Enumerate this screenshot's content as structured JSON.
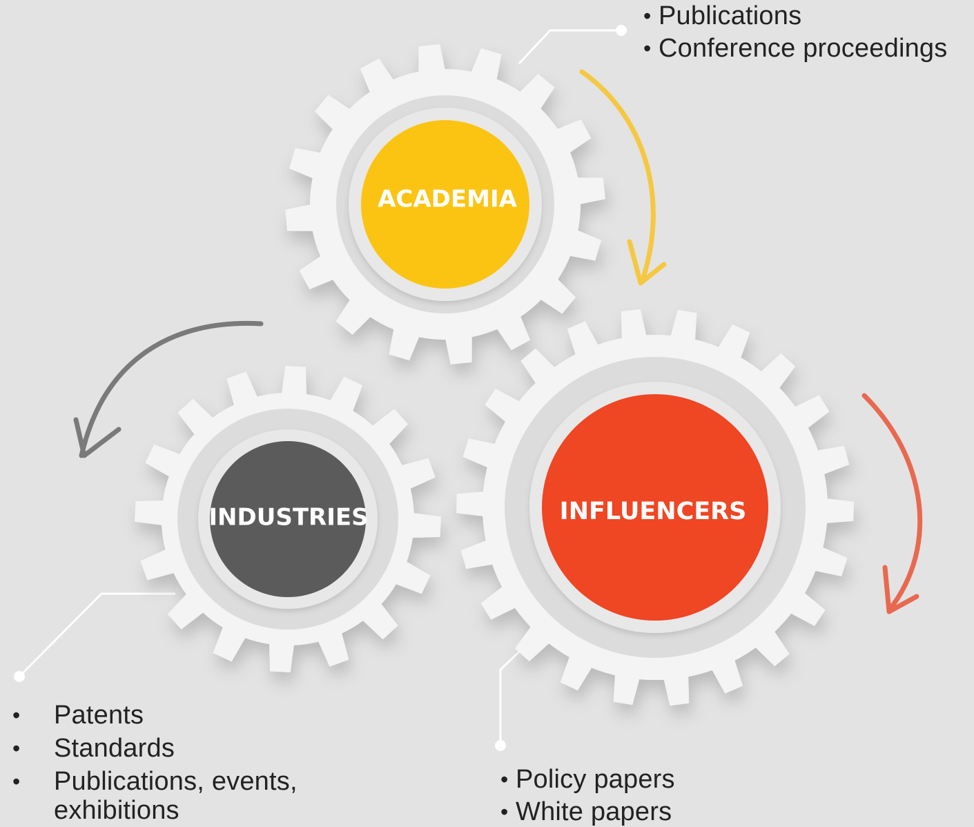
{
  "gears": {
    "academia": {
      "label": "ACADEMIA",
      "color": "#fbc413"
    },
    "industries": {
      "label": "INDUSTRIES",
      "color": "#5b5b5b"
    },
    "influencers": {
      "label": "INFLUENCERS",
      "color": "#ef4624"
    }
  },
  "academia_outputs": [
    "Publications",
    "Conference proceedings"
  ],
  "industries_outputs": [
    "Patents",
    "Standards",
    "Publications, events,",
    "exhibitions"
  ],
  "influencers_outputs": [
    "Policy papers",
    "White papers"
  ],
  "arrows": {
    "academia_to_influencers": {
      "color": "#f5c842",
      "icon": "curved-arrow-icon"
    },
    "academia_to_industries": {
      "color": "#7a7a7a",
      "icon": "curved-arrow-icon"
    },
    "influencers_outward": {
      "color": "#e8694f",
      "icon": "curved-arrow-icon"
    }
  }
}
